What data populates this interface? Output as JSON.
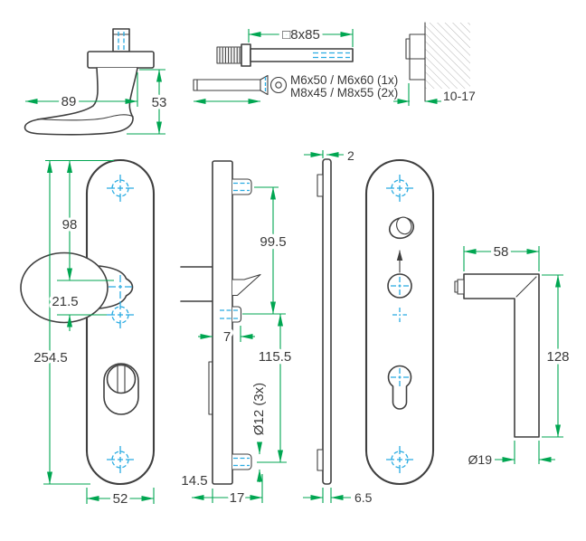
{
  "drawing": {
    "type": "technical-dimension-drawing",
    "colors": {
      "outline": "#3f3f3f",
      "dimension": "#00a651",
      "centerline": "#29abe2",
      "background": "#ffffff"
    }
  },
  "dims": {
    "handle_width": "89",
    "handle_height": "53",
    "spindle": "□8x85",
    "screw_line1": "M6x50 / M6x60 (1x)",
    "screw_line2": "M8x45 / M8x55 (2x)",
    "door_thickness": "10-17",
    "hole_top_offset": "98",
    "hole_mid_offset": "21.5",
    "plate_height": "254.5",
    "plate_width": "52",
    "shell_thickness": "2",
    "stud_spacing_upper": "99.5",
    "stud_length": "7",
    "stud_spacing_lower": "115.5",
    "stud_diameter": "Ø12 (3x)",
    "plate_depth_inner": "14.5",
    "plate_depth_total": "17",
    "shell_depth": "6.5",
    "lever_arm_width": "58",
    "lever_length": "128",
    "lever_diameter": "Ø19"
  }
}
